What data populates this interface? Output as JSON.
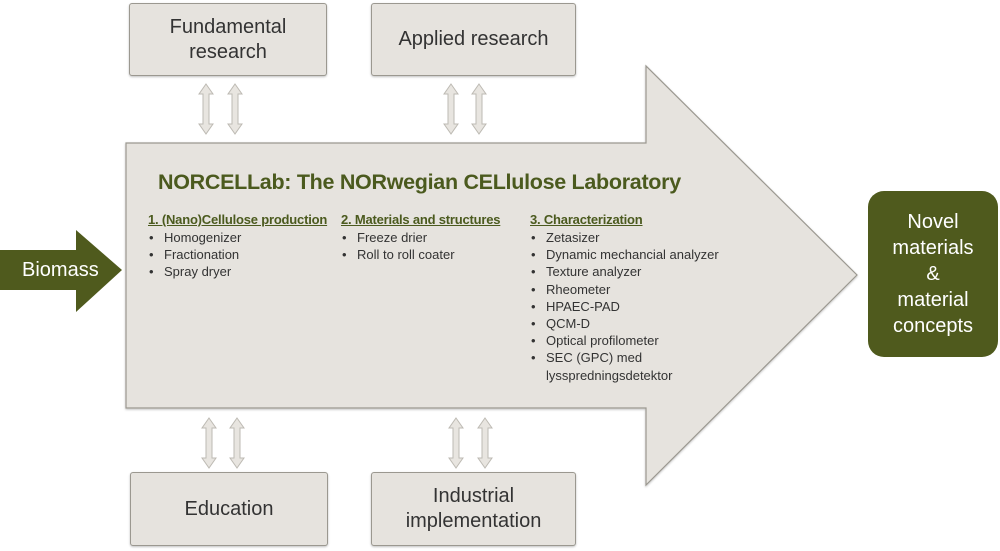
{
  "top_boxes": {
    "fundamental": "Fundamental\nresearch",
    "applied": "Applied research"
  },
  "bottom_boxes": {
    "education": "Education",
    "industrial": "Industrial\nimplementation"
  },
  "input": {
    "label": "Biomass"
  },
  "output": {
    "label": "Novel\nmaterials\n&\nmaterial\nconcepts"
  },
  "main": {
    "title": "NORCELLab: The NORwegian CELlulose Laboratory",
    "columns": [
      {
        "heading": "1. (Nano)Cellulose production",
        "items": [
          "Homogenizer",
          "Fractionation",
          "Spray dryer"
        ]
      },
      {
        "heading": "2. Materials and structures",
        "items": [
          "Freeze drier",
          "Roll to roll coater"
        ]
      },
      {
        "heading": "3. Characterization",
        "items": [
          "Zetasizer",
          "Dynamic mechancial analyzer",
          "Texture analyzer",
          "Rheometer",
          "HPAEC-PAD",
          "QCM-D",
          "Optical profilometer",
          "SEC (GPC) med\nlysspredningsdetektor"
        ]
      }
    ]
  },
  "colors": {
    "accent_green": "#4f5a1d",
    "title_green": "#4b5a1e",
    "arrow_fill": "#e6e3de",
    "arrow_stroke": "#9b9890"
  }
}
